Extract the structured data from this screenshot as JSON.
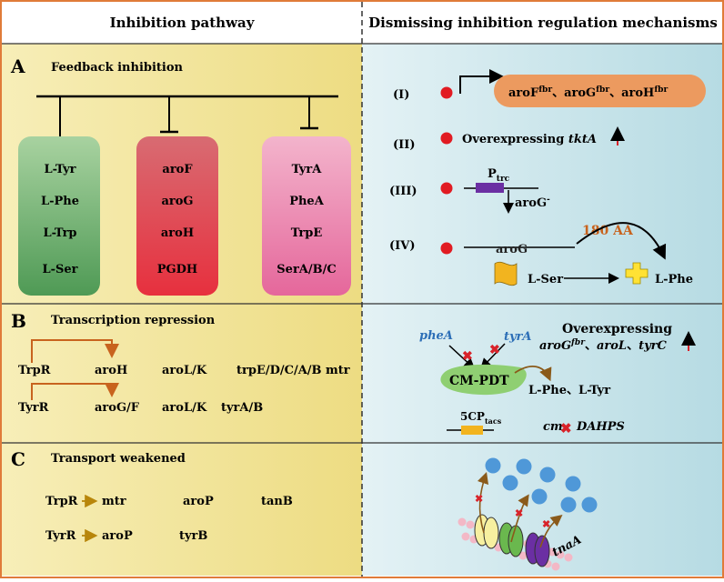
{
  "headers": {
    "left": "Inhibition pathway",
    "right": "Dismissing  inhibition regulation mechanisms"
  },
  "sectionA": {
    "letter": "A",
    "title": "Feedback inhibition",
    "box1": [
      "L-Tyr",
      "L-Phe",
      "L-Trp",
      "L-Ser"
    ],
    "box2": [
      "aroF",
      "aroG",
      "aroH",
      "PGDH"
    ],
    "box3": [
      "TyrA",
      "PheA",
      "TrpE",
      "SerA/B/C"
    ],
    "roman": [
      "(I)",
      "(II)",
      "(III)",
      "(IV)"
    ],
    "pill": {
      "aroF": "aroF",
      "aroG": "aroG",
      "aroH": "aroH",
      "sup": "fbr",
      "sep": "、"
    },
    "ii_text": "Overexpressing ",
    "ii_gene": "tktA",
    "iii_promoter": "P",
    "iii_promoter_sub": "trc",
    "iii_gene": "aroG",
    "iii_sup": "-",
    "iv_gene": "aroG",
    "iv_aa": "180 AA",
    "iv_from": "L-Ser",
    "iv_to": "L-Phe"
  },
  "sectionB": {
    "letter": "B",
    "title": "Transcription repression",
    "row1": {
      "regulator": "TrpR",
      "targets": [
        "aroH",
        "aroL/K",
        "trpE/D/C/A/B",
        "mtr"
      ]
    },
    "row2": {
      "regulator": "TyrR",
      "targets": [
        "aroG/F",
        "aroL/K",
        "tyrA/B"
      ]
    },
    "pheA": "pheA",
    "tyrA": "tyrA",
    "cm_pdt": "CM-PDT",
    "over_title": "Overexpressing",
    "over_g1": "aroG",
    "over_g1_sup": "fbr",
    "over_sep": "、",
    "over_g2": "aroL",
    "over_g3": "tyrC",
    "products": "L-Phe、L-Tyr",
    "cp": "5CP",
    "cp_sub": "tacs",
    "cm": "cm",
    "dahps": "DAHPS"
  },
  "sectionC": {
    "letter": "C",
    "title": "Transport weakened",
    "row1": {
      "regulator": "TrpR",
      "targets": [
        "mtr",
        "aroP",
        "tanB"
      ]
    },
    "row2": {
      "regulator": "TyrR",
      "targets": [
        "aroP",
        "tyrB"
      ]
    },
    "tnaA": "tnaA"
  },
  "colors": {
    "border": "#e07b39",
    "left_panel": "#f2e29a",
    "right_panel": "#c6e3ea",
    "green_box": "#7fb77e",
    "red_box": "#e54a57",
    "pink_box": "#ea84ad",
    "pill": "#ec9a5f",
    "dot": "#e11b22",
    "purple": "#6b2fa3",
    "orange_text": "#c8631e",
    "blue_gene": "#2d6fb7",
    "cm_pdt": "#8fcf72",
    "arrow_gold": "#b8860b",
    "circle_blue": "#4f98d8"
  }
}
